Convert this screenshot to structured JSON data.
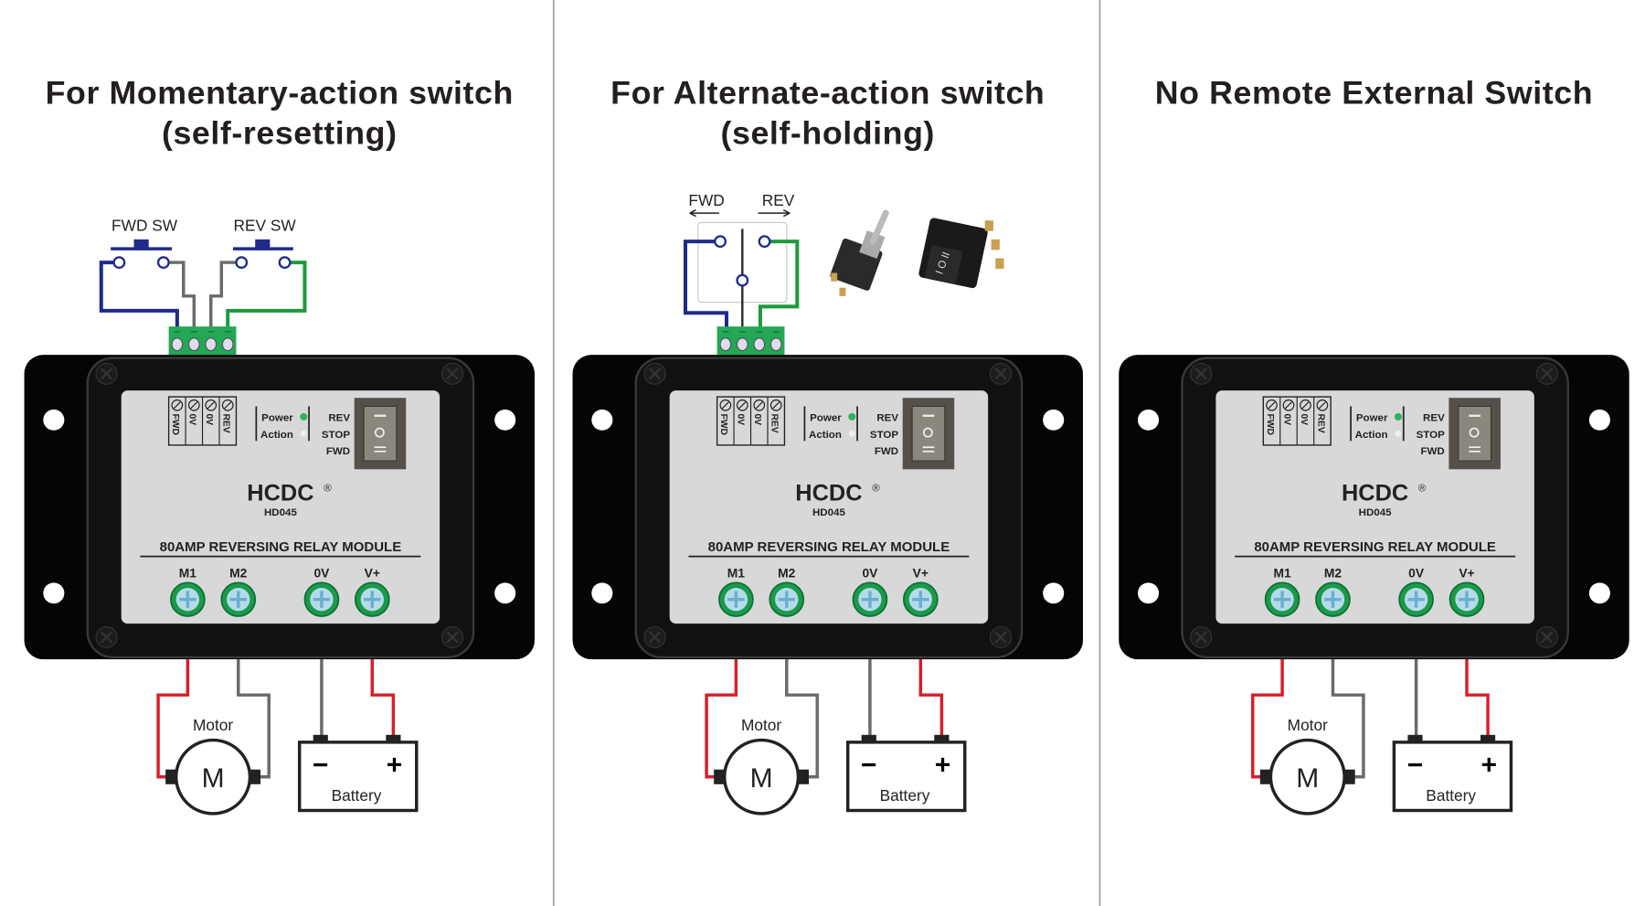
{
  "colors": {
    "wire_blue": "#1f2a8c",
    "wire_green": "#1e9a3c",
    "wire_red": "#d81e2a",
    "wire_gray": "#6a6a6a",
    "terminal_green": "#1a9a4a",
    "connector_green": "#23a855",
    "label_gray": "#d8d8d8"
  },
  "panels": [
    {
      "title_lines": [
        "For Momentary-action switch",
        "(self-resetting)"
      ],
      "switch_labels": [
        "FWD SW",
        "REV SW"
      ],
      "switch_type": "two push buttons"
    },
    {
      "title_lines": [
        "For Alternate-action switch",
        "(self-holding)"
      ],
      "switch_labels": [
        "FWD",
        "REV"
      ],
      "switch_type": "SPDT toggle / rocker"
    },
    {
      "title_lines": [
        "No Remote External Switch",
        ""
      ],
      "switch_labels": [],
      "switch_type": "none"
    }
  ],
  "module": {
    "terminal_labels": [
      "FWD",
      "0V",
      "0V",
      "REV"
    ],
    "power": "Power",
    "action": "Action",
    "rocker_positions": [
      "REV",
      "STOP",
      "FWD"
    ],
    "brand": "HCDC",
    "registered": "®",
    "model": "HD045",
    "name": "80AMP REVERSING RELAY MODULE",
    "outputs": [
      "M1",
      "M2",
      "0V",
      "V+"
    ],
    "motor_label": "Motor",
    "motor_symbol": "M",
    "battery_label": "Battery",
    "battery_minus": "−",
    "battery_plus": "+"
  }
}
